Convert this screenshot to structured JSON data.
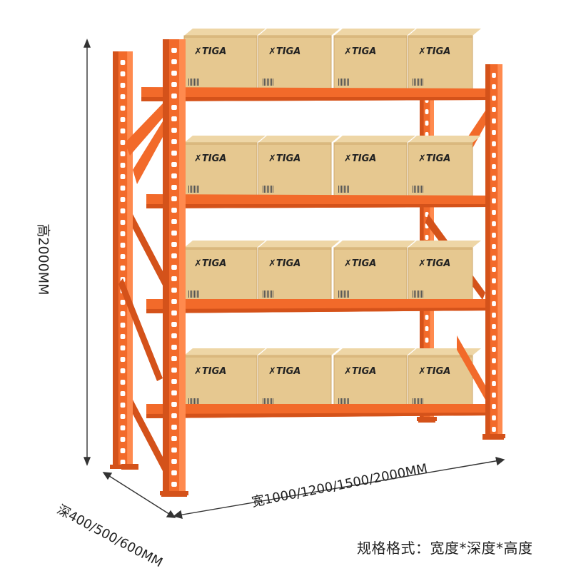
{
  "product": {
    "brand": "TIGA",
    "colors": {
      "frame": "#f26a2a",
      "frame_dark": "#d4521a",
      "frame_light": "#ff8a4e",
      "box": "#e6c890",
      "box_dark": "#cfa96c",
      "box_top": "#eed6a6"
    }
  },
  "dimensions": {
    "height": "高2000MM",
    "depth": "深400/500/600MM",
    "width": "宽1000/1200/1500/2000MM"
  },
  "spec": {
    "text": "规格格式：宽度*深度*高度"
  },
  "boxes": [
    {
      "shelf": 0,
      "col": 0
    },
    {
      "shelf": 0,
      "col": 1
    },
    {
      "shelf": 0,
      "col": 2
    },
    {
      "shelf": 0,
      "col": 3
    },
    {
      "shelf": 1,
      "col": 0
    },
    {
      "shelf": 1,
      "col": 1
    },
    {
      "shelf": 1,
      "col": 2
    },
    {
      "shelf": 1,
      "col": 3
    },
    {
      "shelf": 2,
      "col": 0
    },
    {
      "shelf": 2,
      "col": 1
    },
    {
      "shelf": 2,
      "col": 2
    },
    {
      "shelf": 2,
      "col": 3
    },
    {
      "shelf": 3,
      "col": 0
    },
    {
      "shelf": 3,
      "col": 1
    },
    {
      "shelf": 3,
      "col": 2
    },
    {
      "shelf": 3,
      "col": 3
    }
  ]
}
